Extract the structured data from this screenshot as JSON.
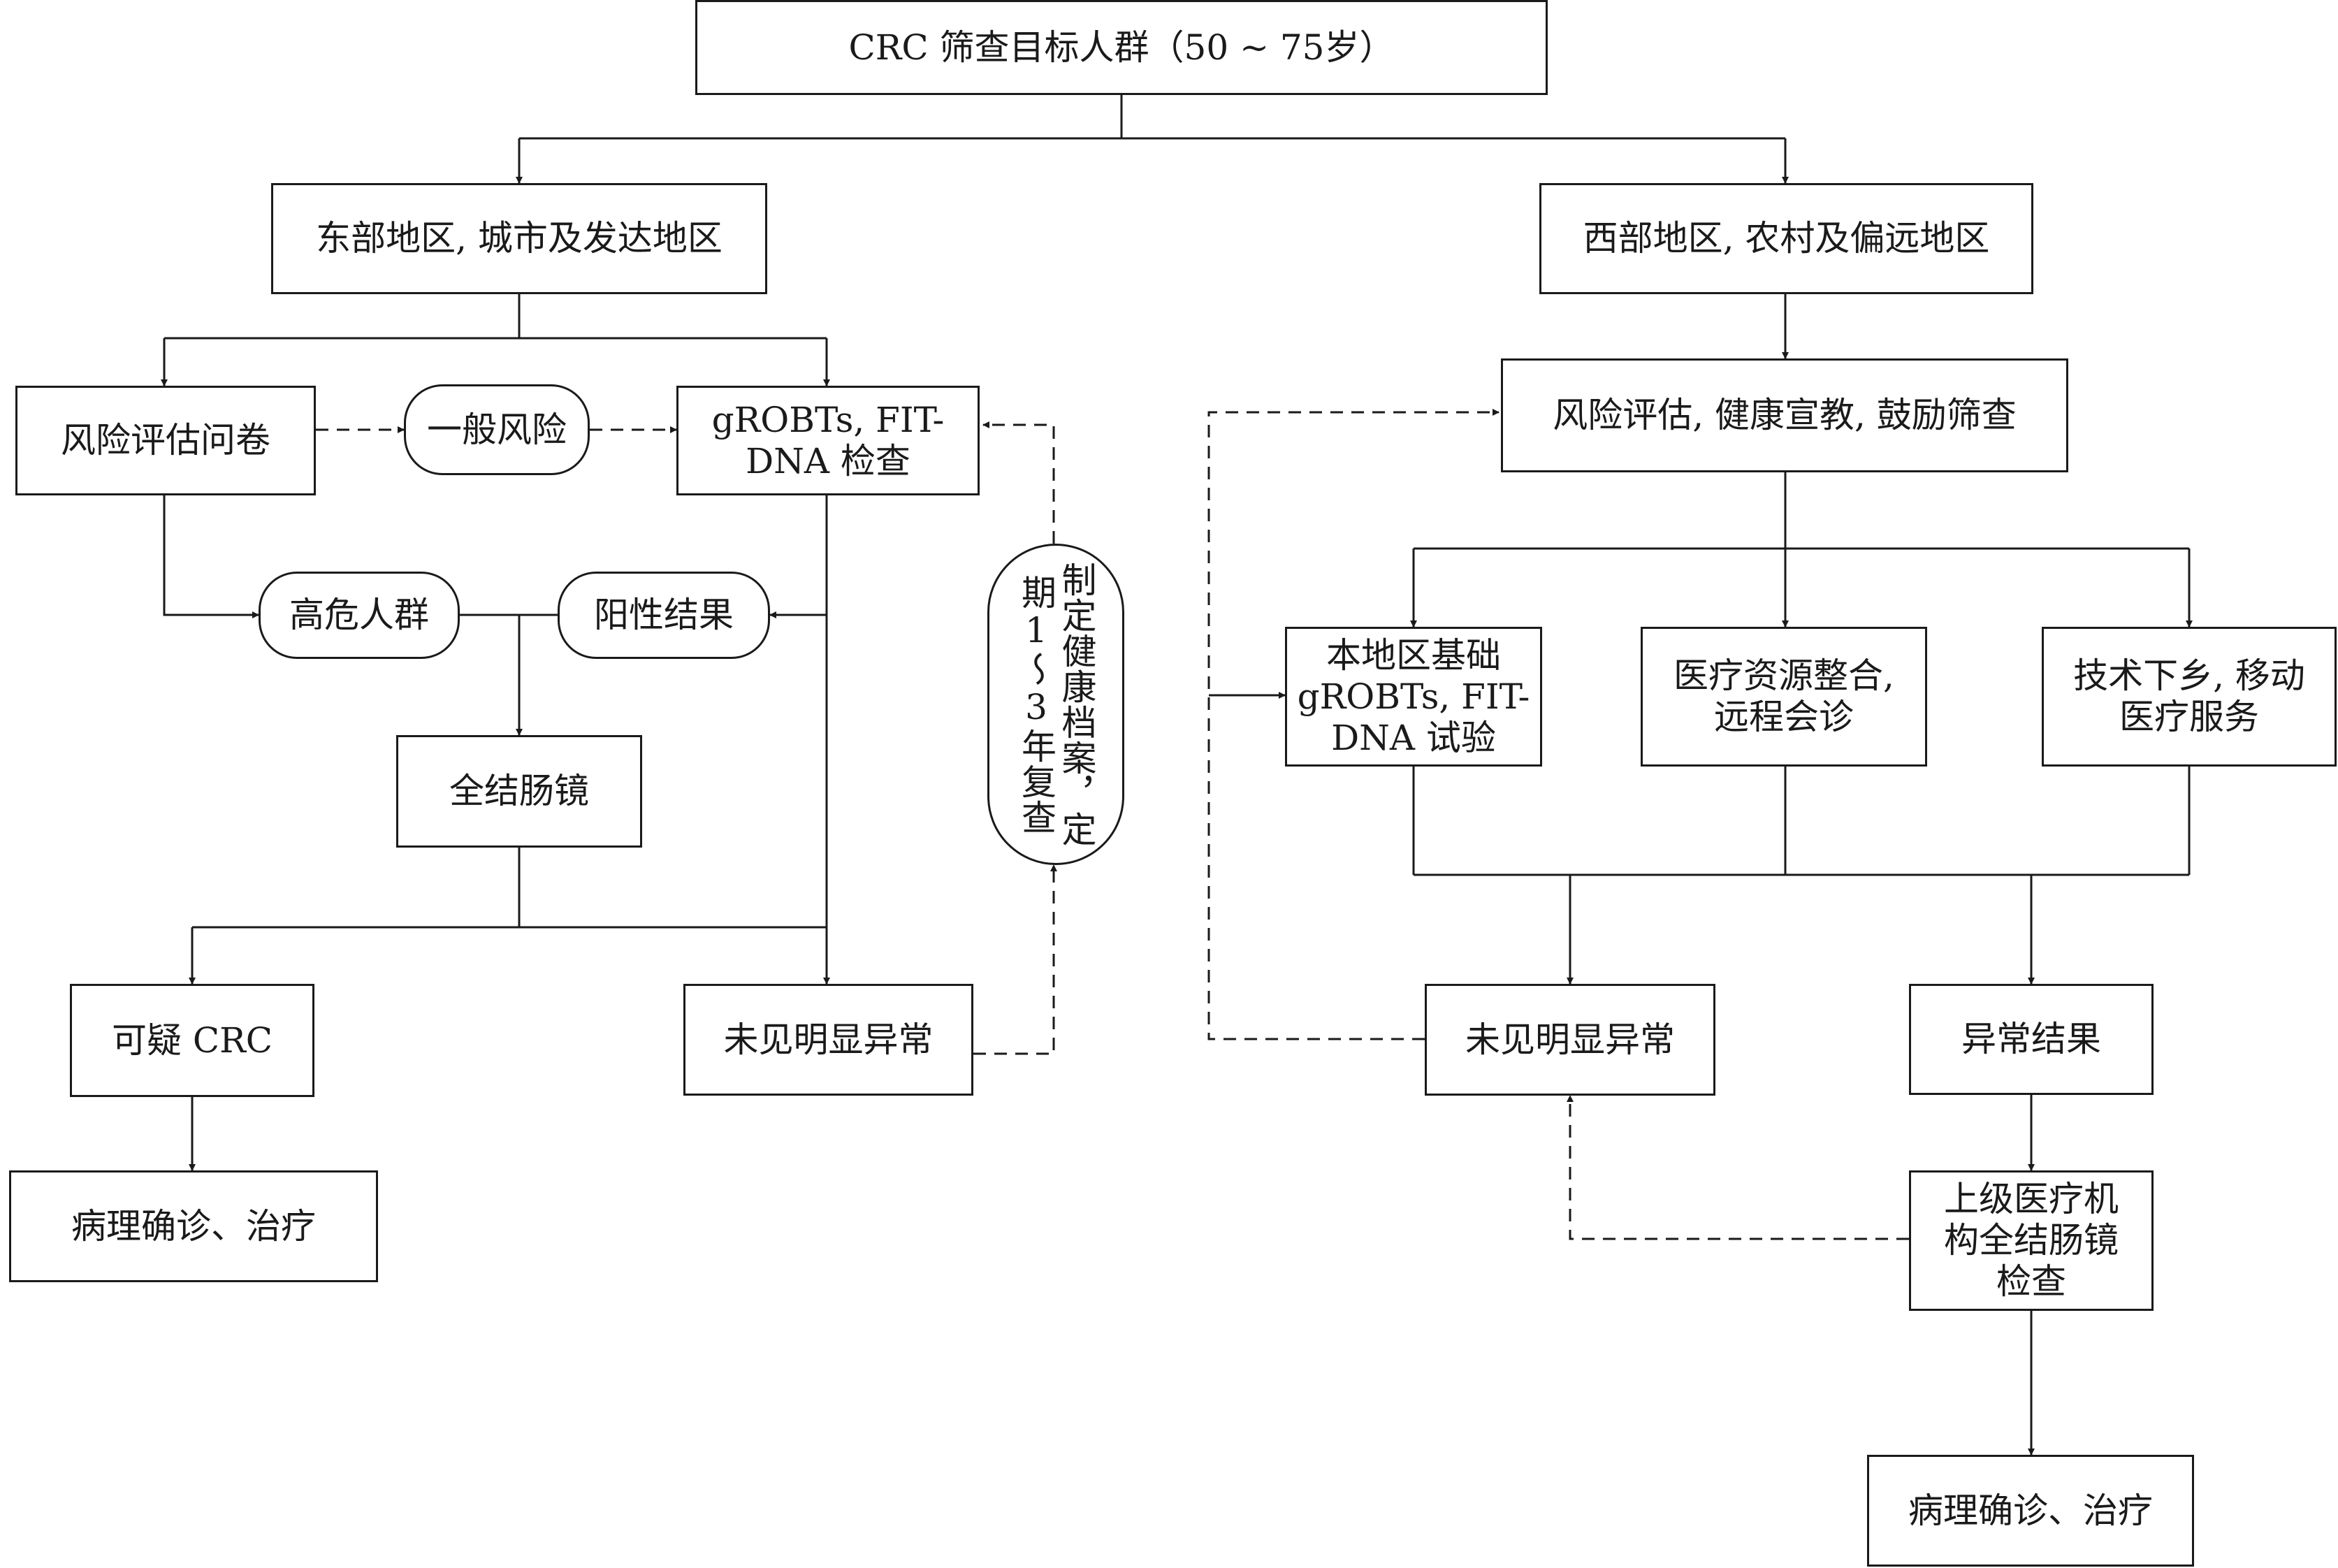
{
  "nodes": {
    "top": "CRC 筛查目标人群（50 ~ 75岁）",
    "east": "东部地区, 城市及发达地区",
    "west": "西部地区, 农村及偏远地区",
    "risk_q": "风险评估问卷",
    "general": "一般风险",
    "grobt_e": "gROBTs, FIT-\nDNA 检查",
    "high": "高危人群",
    "positive": "阳性结果",
    "colono_e": "全结肠镜",
    "suspect": "可疑 CRC",
    "path_e": "病理确诊、治疗",
    "noabn_e": "未见明显异常",
    "record": "制定健康档案，定期1～3年复查",
    "risk_w": "风险评估, 健康宣教, 鼓励筛查",
    "local": "本地区基础\ngROBTs, FIT-\nDNA 试验",
    "resource": "医疗资源整合,\n远程会诊",
    "tech": "技术下乡, 移动\n医疗服务",
    "noabn_w": "未见明显异常",
    "abn_w": "异常结果",
    "upper": "上级医疗机\n构全结肠镜\n检查",
    "path_w": "病理确诊、治疗"
  }
}
